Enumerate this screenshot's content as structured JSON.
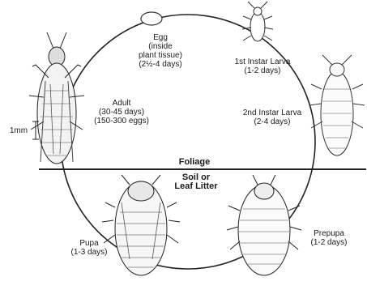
{
  "stages": {
    "egg": {
      "name": "Egg",
      "note": "(inside",
      "note2": "plant tissue)",
      "duration": "(2½-4 days)"
    },
    "larva1": {
      "name": "1st Instar Larva",
      "duration": "(1-2 days)"
    },
    "larva2": {
      "name": "2nd Instar Larva",
      "duration": "(2-4 days)"
    },
    "prepupa": {
      "name": "Prepupa",
      "duration": "(1-2 days)"
    },
    "pupa": {
      "name": "Pupa",
      "duration": "(1-3 days)"
    },
    "adult": {
      "name": "Adult",
      "duration": "(30-45 days)",
      "eggs": "(150-300 eggs)"
    }
  },
  "zones": {
    "upper": "Foliage",
    "lower_line1": "Soil or",
    "lower_line2": "Leaf Litter"
  },
  "scale_bar": "1mm"
}
